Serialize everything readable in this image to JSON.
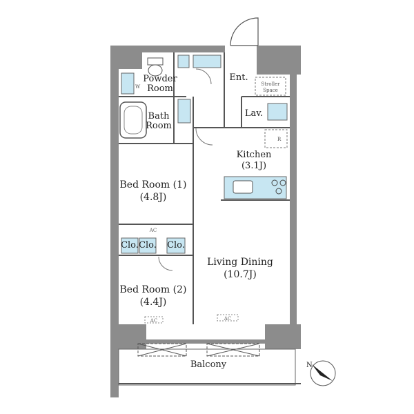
{
  "rooms": {
    "powder": {
      "line1": "Powder",
      "line2": "Room",
      "w": "W"
    },
    "bath": {
      "line1": "Bath",
      "line2": "Room"
    },
    "entrance": {
      "label": "Ent."
    },
    "stroller": {
      "line1": "Stroller",
      "line2": "Space"
    },
    "lav": {
      "label": "Lav."
    },
    "kitchen": {
      "line1": "Kitchen",
      "line2": "(3.1J)",
      "fridge": "R"
    },
    "bedroom1": {
      "line1": "Bed Room (1)",
      "line2": "(4.8J)"
    },
    "bedroom2": {
      "line1": "Bed Room (2)",
      "line2": "(4.4J)"
    },
    "living": {
      "line1": "Living Dining",
      "line2": "(10.7J)"
    },
    "balcony": {
      "label": "Balcony"
    }
  },
  "closets": [
    "Clo.",
    "Clo.",
    "Clo."
  ],
  "ac_labels": {
    "bed1": "AC",
    "bed2": "AC",
    "living": "AC"
  },
  "compass": {
    "label": "N"
  },
  "colors": {
    "wall": "#8c8c8c",
    "fixture": "#c7e6f2",
    "line": "#555555",
    "balcony_fill": "#ececec"
  }
}
